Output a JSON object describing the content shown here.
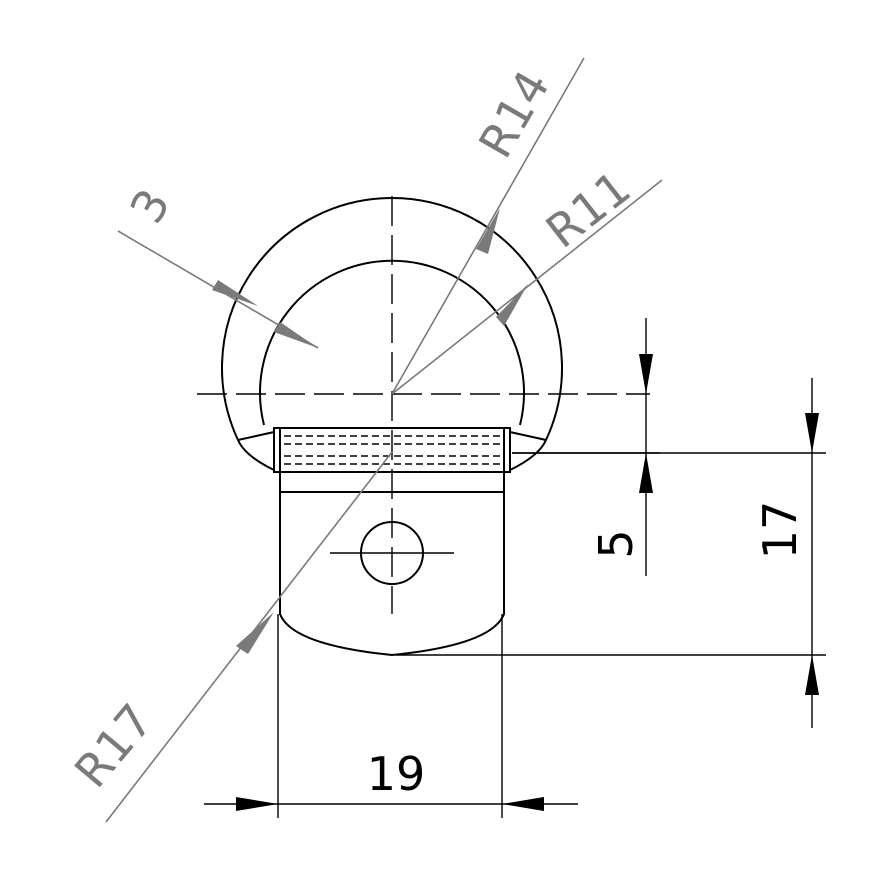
{
  "drawing": {
    "dimensions": {
      "r14": "R14",
      "r11": "R11",
      "thickness": "3",
      "r17": "R17",
      "width": "19",
      "height_small": "5",
      "height_large": "17"
    },
    "colors": {
      "geometry": "#000000",
      "leader_gray": "#7a7a7a",
      "background": "#ffffff"
    }
  }
}
